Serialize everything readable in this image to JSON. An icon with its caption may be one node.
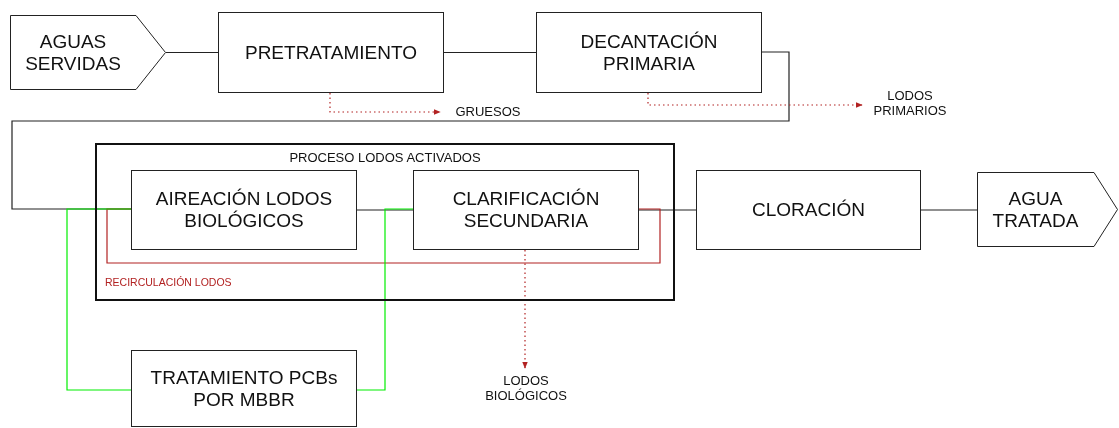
{
  "diagram": {
    "nodes": [
      {
        "text": [
          "AGUAS SERVIDAS"
        ]
      },
      {
        "text": [
          "PRETRATAMIENTO"
        ]
      },
      {
        "text": [
          "DECANTACIÓN PRIMARIA"
        ]
      },
      {
        "text": [
          "PROCESO LODOS ACTIVADOS"
        ]
      },
      {
        "text": [
          "AIREACIÓN LODOS BIOLÓGICOS"
        ],
        "in": 3
      },
      {
        "text": [
          "CLARIFICACIÓN SECUNDARIA"
        ],
        "in": 3
      },
      {
        "text": [
          "CLORACIÓN"
        ]
      },
      {
        "text": [
          "AGUA TRATADA"
        ]
      },
      {
        "text": [
          "TRATAMIENTO PCBs POR MBBR"
        ]
      },
      {
        "text": [
          "GRUESOS"
        ]
      },
      {
        "text": [
          "LODOS PRIMARIOS"
        ]
      },
      {
        "text": [
          "LODOS BIOLÓGICOS"
        ]
      }
    ],
    "edges": [
      {
        "from": 0,
        "to": 1,
        "arrow": "none"
      },
      {
        "from": 1,
        "to": 2,
        "arrow": "none"
      },
      {
        "from": 2,
        "to": 4,
        "arrow": "none"
      },
      {
        "from": 4,
        "to": 5,
        "arrow": "none"
      },
      {
        "from": 5,
        "to": 6,
        "arrow": "none"
      },
      {
        "from": 6,
        "to": 7,
        "arrow": "none"
      },
      {
        "from": 1,
        "to": 9,
        "arrow": "to",
        "style": "dashed",
        "color": "#b22222"
      },
      {
        "from": 2,
        "to": 10,
        "arrow": "to",
        "style": "dashed",
        "color": "#b22222"
      },
      {
        "from": 5,
        "to": 11,
        "arrow": "to",
        "style": "dashed",
        "color": "#b22222"
      },
      {
        "from": 5,
        "to": 4,
        "arrow": "none",
        "label": "RECIRCULACIÓN LODOS",
        "color": "#b22222"
      },
      {
        "from": 4,
        "to": 8,
        "arrow": "none",
        "color": "#00ee00"
      },
      {
        "from": 8,
        "to": 5,
        "arrow": "none",
        "color": "#00ee00"
      }
    ]
  }
}
